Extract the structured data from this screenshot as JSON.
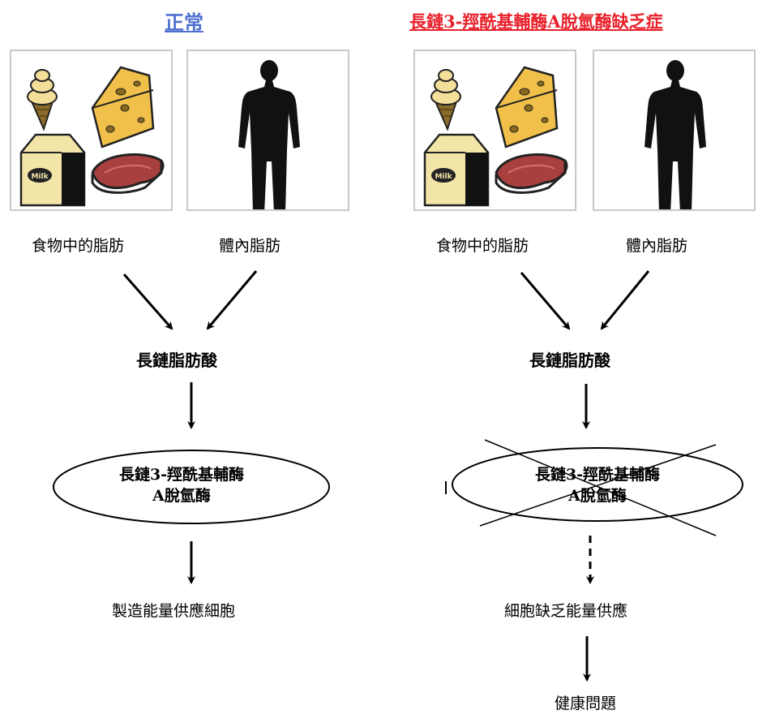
{
  "normal": {
    "title": "正常",
    "food_label": "食物中的脂肪",
    "body_label": "體內脂肪",
    "acid_label": "長鏈脂肪酸",
    "enzyme_line1": "長鏈3-羥酰基輔酶",
    "enzyme_line2": "A脫氫酶",
    "result_label": "製造能量供應細胞"
  },
  "lchad": {
    "title": "長鏈3-羥酰基輔酶A脫氫酶缺乏症",
    "food_label": "食物中的脂肪",
    "body_label": "體內脂肪",
    "acid_label": "長鏈脂肪酸",
    "enzyme_line1": "長鏈3-羥酰基輔酶",
    "enzyme_line2": "A脫氫酶",
    "result_label": "細胞缺乏能量供應",
    "problem_label": "健康問題"
  },
  "food_icon_text": "Milk",
  "colors": {
    "normal_title": "#4f6fd0",
    "lchad_title": "#e8202a"
  }
}
